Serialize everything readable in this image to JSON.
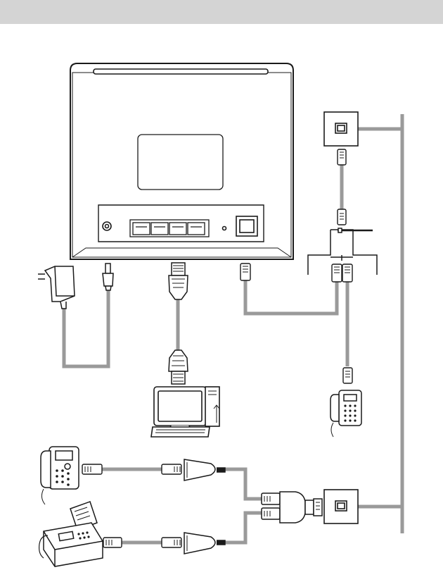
{
  "header": {
    "title": ""
  },
  "colors": {
    "header_bar": "#d4d4d4",
    "cable": "#9a9a9a",
    "outline": "#1a1a1a",
    "fill": "#ffffff"
  },
  "components": {
    "router": "router-rear-panel",
    "power": "power-adapter",
    "pc": "desktop-computer",
    "phone_right": "telephone",
    "phone_left": "telephone",
    "fax": "fax-machine",
    "wall_socket_top": "telephone-wall-socket",
    "wall_socket_bottom": "telephone-wall-socket",
    "splitter_top": "line-splitter",
    "splitter_bottom": "y-splitter-adapter"
  }
}
